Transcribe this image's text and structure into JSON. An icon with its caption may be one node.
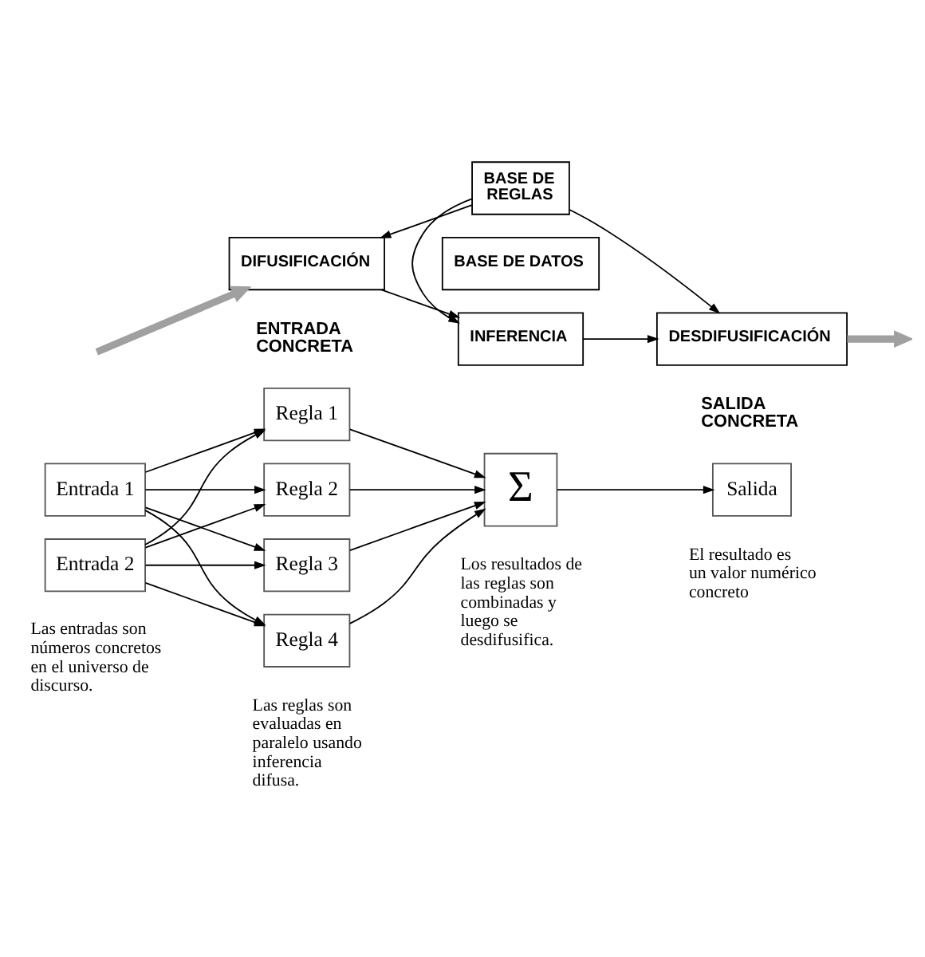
{
  "diagram": {
    "nodes": [
      {
        "text": [
          "DIFUSIFICACIÓN"
        ]
      },
      {
        "text": [
          "INFERENCIA"
        ]
      },
      {
        "text": [
          "DESDIFUSIFICACIÓN"
        ]
      },
      {
        "text": [
          "BASE DE REGLAS"
        ]
      },
      {
        "text": [
          "BASE DE DATOS"
        ]
      },
      {
        "text": [
          "Entrada 1"
        ]
      },
      {
        "text": [
          "Entrada 2"
        ]
      },
      {
        "text": [
          "Regla 1"
        ]
      },
      {
        "text": [
          "Regla 2"
        ]
      },
      {
        "text": [
          "Regla 3"
        ]
      },
      {
        "text": [
          "Regla 4"
        ]
      },
      {
        "text": [
          "Σ"
        ]
      },
      {
        "text": [
          "Salida"
        ]
      }
    ],
    "edges": [
      {
        "from": null,
        "to": 0,
        "arrow": "to",
        "style": "thick",
        "color": "#a0a0a0"
      },
      {
        "from": 0,
        "to": 1,
        "arrow": "to"
      },
      {
        "from": 1,
        "to": 2,
        "arrow": "to"
      },
      {
        "from": 2,
        "to": null,
        "arrow": "to",
        "style": "thick",
        "color": "#a0a0a0"
      },
      {
        "from": 3,
        "to": 0,
        "arrow": "to"
      },
      {
        "from": 3,
        "to": 1,
        "arrow": "to"
      },
      {
        "from": 3,
        "to": 2,
        "arrow": "to"
      },
      {
        "from": 5,
        "to": 7,
        "arrow": "to"
      },
      {
        "from": 5,
        "to": 8,
        "arrow": "to"
      },
      {
        "from": 5,
        "to": 9,
        "arrow": "to"
      },
      {
        "from": 5,
        "to": 10,
        "arrow": "to"
      },
      {
        "from": 6,
        "to": 7,
        "arrow": "to"
      },
      {
        "from": 6,
        "to": 8,
        "arrow": "to"
      },
      {
        "from": 6,
        "to": 9,
        "arrow": "to"
      },
      {
        "from": 6,
        "to": 10,
        "arrow": "to"
      },
      {
        "from": 7,
        "to": 11,
        "arrow": "to"
      },
      {
        "from": 8,
        "to": 11,
        "arrow": "to"
      },
      {
        "from": 9,
        "to": 11,
        "arrow": "to"
      },
      {
        "from": 10,
        "to": 11,
        "arrow": "to"
      },
      {
        "from": 11,
        "to": 12,
        "arrow": "to"
      }
    ],
    "labels": [
      "ENTRADA CONCRETA",
      "SALIDA CONCRETA",
      "Las entradas son números concretos en el universo de discurso.",
      "Las reglas son evaluadas en paralelo usando inferencia difusa.",
      "Los resultados de las reglas son combinadas y luego se desdifusifica.",
      "El resultado es un valor numérico concreto"
    ]
  }
}
